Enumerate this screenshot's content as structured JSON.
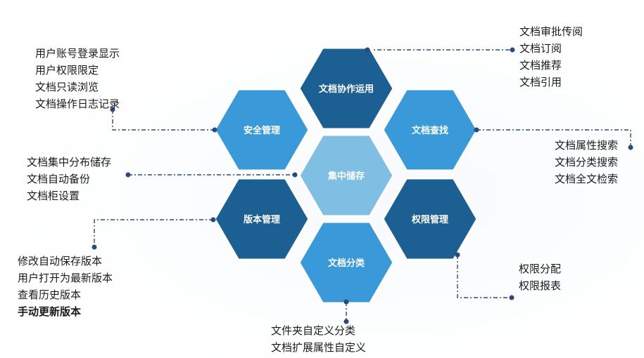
{
  "colors": {
    "dark_blue": "#1b5f93",
    "mid_blue": "#3a9ad9",
    "light_blue": "#7fbfe3",
    "connector": "#2b4a7a",
    "text": "#1a1a1a"
  },
  "hexagons": {
    "doc_collab": {
      "label": "文档协作运用",
      "color": "#1b5f93"
    },
    "security": {
      "label": "安全管理",
      "color": "#3a9ad9"
    },
    "doc_search": {
      "label": "文档查找",
      "color": "#3a9ad9"
    },
    "central_storage": {
      "label": "集中储存",
      "color": "#7fbfe3"
    },
    "version": {
      "label": "版本管理",
      "color": "#1b5f93"
    },
    "permission": {
      "label": "权限管理",
      "color": "#1b5f93"
    },
    "classification": {
      "label": "文档分类",
      "color": "#3a9ad9"
    }
  },
  "groups": {
    "security": {
      "lines": [
        "用户账号登录显示",
        "用户权限限定",
        "文档只读浏览",
        "文档操作日志记录"
      ]
    },
    "collab": {
      "lines": [
        "文档审批传阅",
        "文档订阅",
        "文档推荐",
        "文档引用"
      ]
    },
    "search": {
      "lines": [
        "文档属性搜索",
        "文档分类搜索",
        "文档全文检索"
      ]
    },
    "storage": {
      "lines": [
        "文档集中分布储存",
        "文档自动备份",
        "文档柜设置"
      ]
    },
    "version": {
      "lines": [
        "修改自动保存版本",
        "用户打开为最新版本",
        "查看历史版本",
        "手动更新版本"
      ]
    },
    "permission": {
      "lines": [
        "权限分配",
        "权限报表"
      ]
    },
    "classification": {
      "lines": [
        "文件夹自定义分类",
        "文档扩展属性自定义"
      ]
    }
  }
}
